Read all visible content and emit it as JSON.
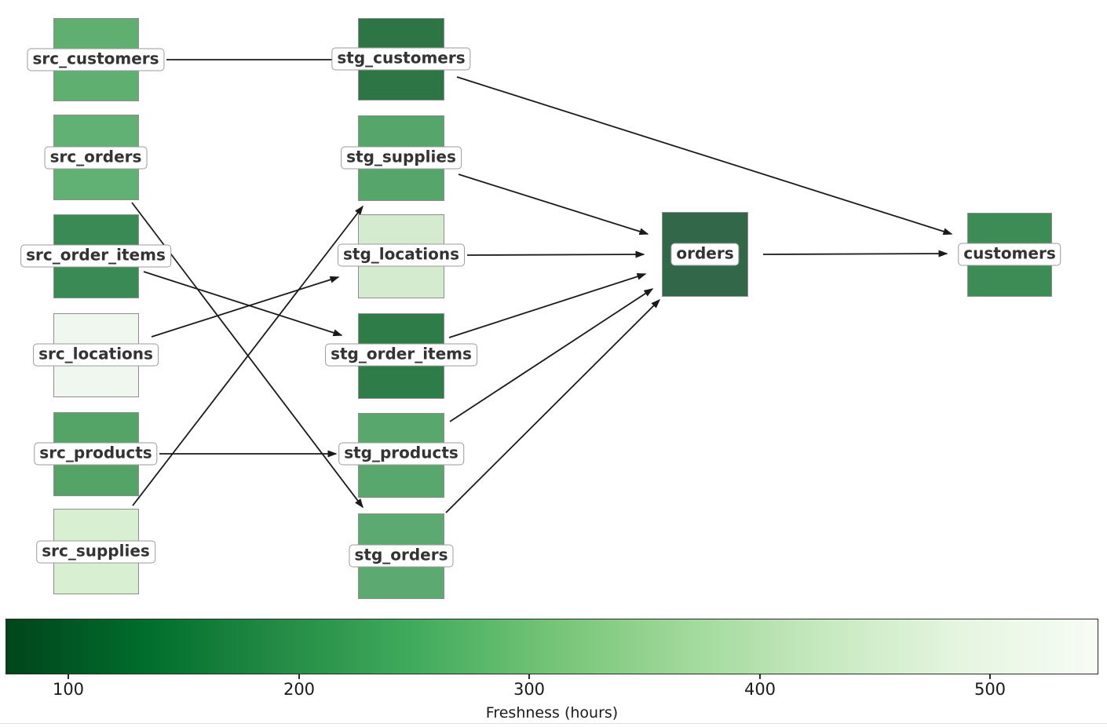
{
  "figure": {
    "background": "#ffffff",
    "type": "dag-lineage-graph"
  },
  "nodes": {
    "src_customers": {
      "label": "src_customers",
      "color": "#5fb070"
    },
    "src_orders": {
      "label": "src_orders",
      "color": "#60b173"
    },
    "src_order_items": {
      "label": "src_order_items",
      "color": "#3a8a55"
    },
    "src_locations": {
      "label": "src_locations",
      "color": "#f0f7ee"
    },
    "src_products": {
      "label": "src_products",
      "color": "#53a466"
    },
    "src_supplies": {
      "label": "src_supplies",
      "color": "#d8efd1"
    },
    "stg_customers": {
      "label": "stg_customers",
      "color": "#2e7546"
    },
    "stg_supplies": {
      "label": "stg_supplies",
      "color": "#56a56a"
    },
    "stg_locations": {
      "label": "stg_locations",
      "color": "#d5ebcf"
    },
    "stg_order_items": {
      "label": "stg_order_items",
      "color": "#2e7c48"
    },
    "stg_products": {
      "label": "stg_products",
      "color": "#58a86d"
    },
    "stg_orders": {
      "label": "stg_orders",
      "color": "#5caa72"
    },
    "orders": {
      "label": "orders",
      "color": "#326849"
    },
    "customers": {
      "label": "customers",
      "color": "#3e8c55"
    }
  },
  "edges": [
    {
      "from": "src_customers",
      "to": "stg_customers"
    },
    {
      "from": "src_orders",
      "to": "stg_orders"
    },
    {
      "from": "src_order_items",
      "to": "stg_order_items"
    },
    {
      "from": "src_locations",
      "to": "stg_locations"
    },
    {
      "from": "src_products",
      "to": "stg_products"
    },
    {
      "from": "src_supplies",
      "to": "stg_supplies"
    },
    {
      "from": "stg_customers",
      "to": "customers"
    },
    {
      "from": "stg_supplies",
      "to": "orders"
    },
    {
      "from": "stg_locations",
      "to": "orders"
    },
    {
      "from": "stg_order_items",
      "to": "orders"
    },
    {
      "from": "stg_products",
      "to": "orders"
    },
    {
      "from": "stg_orders",
      "to": "orders"
    },
    {
      "from": "orders",
      "to": "customers"
    }
  ],
  "colorbar": {
    "label": "Freshness (hours)",
    "ticks": [
      "100",
      "200",
      "300",
      "400",
      "500"
    ],
    "gradient": [
      "#00441b",
      "#006d2c",
      "#238b45",
      "#41ab5d",
      "#74c476",
      "#a1d99b",
      "#c7e9c0",
      "#e5f5e0",
      "#f7fcf5"
    ],
    "outline_color": "#2b2b2b"
  },
  "styles": {
    "edge_color": "#1a1a1a",
    "node_border_color": "#8d8d8d",
    "label_text_color": "#333333",
    "label_border_color": "#9b9b9b",
    "label_background": "#ffffff"
  }
}
